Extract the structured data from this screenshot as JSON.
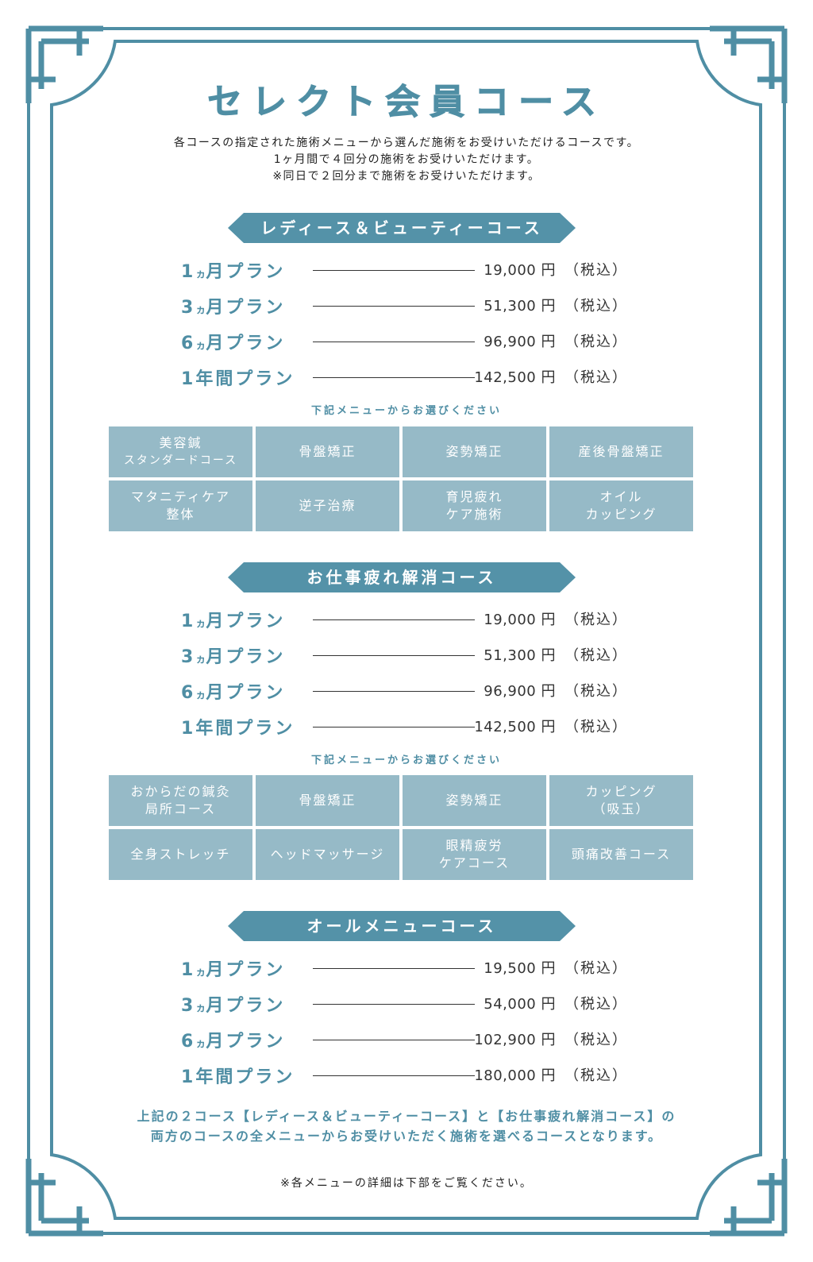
{
  "title": "セレクト会員コース",
  "intro": [
    "各コースの指定された施術メニューから選んだ施術をお受けいただけるコースです。",
    "1ヶ月間で４回分の施術をお受けいただけます。",
    "※同日で２回分まで施術をお受けいただけます。"
  ],
  "tax_label": "（税込）",
  "yen": "円",
  "menu_prompt": "下記メニューからお選びください",
  "courses": [
    {
      "name": "レディース＆ビューティーコース",
      "plans": [
        {
          "num": "1",
          "small": "ヵ",
          "rest": "月プラン",
          "price": "19,000"
        },
        {
          "num": "3",
          "small": "ヵ",
          "rest": "月プラン",
          "price": "51,300"
        },
        {
          "num": "6",
          "small": "ヵ",
          "rest": "月プラン",
          "price": "96,900"
        },
        {
          "num": "1",
          "small": "",
          "rest": "年間プラン",
          "price": "142,500"
        }
      ],
      "menu": [
        [
          "美容鍼",
          "スタンダードコース"
        ],
        [
          "骨盤矯正"
        ],
        [
          "姿勢矯正"
        ],
        [
          "産後骨盤矯正"
        ],
        [
          "マタニティケア",
          "整体"
        ],
        [
          "逆子治療"
        ],
        [
          "育児疲れ",
          "ケア施術"
        ],
        [
          "オイル",
          "カッピング"
        ]
      ]
    },
    {
      "name": "お仕事疲れ解消コース",
      "plans": [
        {
          "num": "1",
          "small": "ヵ",
          "rest": "月プラン",
          "price": "19,000"
        },
        {
          "num": "3",
          "small": "ヵ",
          "rest": "月プラン",
          "price": "51,300"
        },
        {
          "num": "6",
          "small": "ヵ",
          "rest": "月プラン",
          "price": "96,900"
        },
        {
          "num": "1",
          "small": "",
          "rest": "年間プラン",
          "price": "142,500"
        }
      ],
      "menu": [
        [
          "おからだの鍼灸",
          "局所コース"
        ],
        [
          "骨盤矯正"
        ],
        [
          "姿勢矯正"
        ],
        [
          "カッピング",
          "（吸玉）"
        ],
        [
          "全身ストレッチ"
        ],
        [
          "ヘッドマッサージ"
        ],
        [
          "眼精疲労",
          "ケアコース"
        ],
        [
          "頭痛改善コース"
        ]
      ]
    },
    {
      "name": "オールメニューコース",
      "plans": [
        {
          "num": "1",
          "small": "ヵ",
          "rest": "月プラン",
          "price": "19,500"
        },
        {
          "num": "3",
          "small": "ヵ",
          "rest": "月プラン",
          "price": "54,000"
        },
        {
          "num": "6",
          "small": "ヵ",
          "rest": "月プラン",
          "price": "102,900"
        },
        {
          "num": "1",
          "small": "",
          "rest": "年間プラン",
          "price": "180,000"
        }
      ],
      "menu": []
    }
  ],
  "all_menu_note": [
    "上記の２コース【レディース＆ビューティーコース】と【お仕事疲れ解消コース】の",
    "両方のコースの全メニューからお受けいただく施術を選べるコースとなります。"
  ],
  "footnote": "※各メニューの詳細は下部をご覧ください。",
  "colors": {
    "accent": "#5492a8",
    "cell": "#96bac7",
    "frame": "#4f8ea4"
  }
}
